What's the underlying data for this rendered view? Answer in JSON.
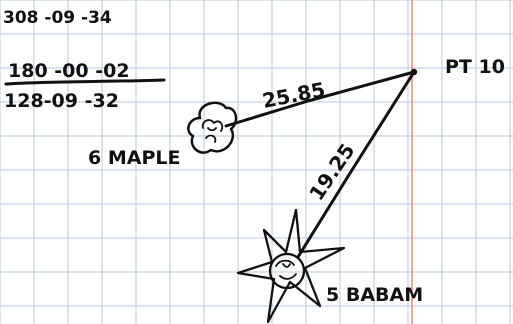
{
  "colors": {
    "paper": "#ffffff",
    "grid": "#b6c8de",
    "margin": "#ef8a80",
    "ink": "#111111"
  },
  "calc": {
    "line1": "308 -09 -34",
    "line2": "180 -00 -02",
    "line3": "128-09 -32"
  },
  "points": {
    "pt10": "PT 10",
    "maple": "6 MAPLE",
    "babam": "5 BABAM"
  },
  "segments": {
    "maple_to_pt10": "25.85",
    "babam_to_pt10": "19.25"
  },
  "icons": {
    "maple": "tree-icon",
    "babam": "star-tree-icon"
  }
}
